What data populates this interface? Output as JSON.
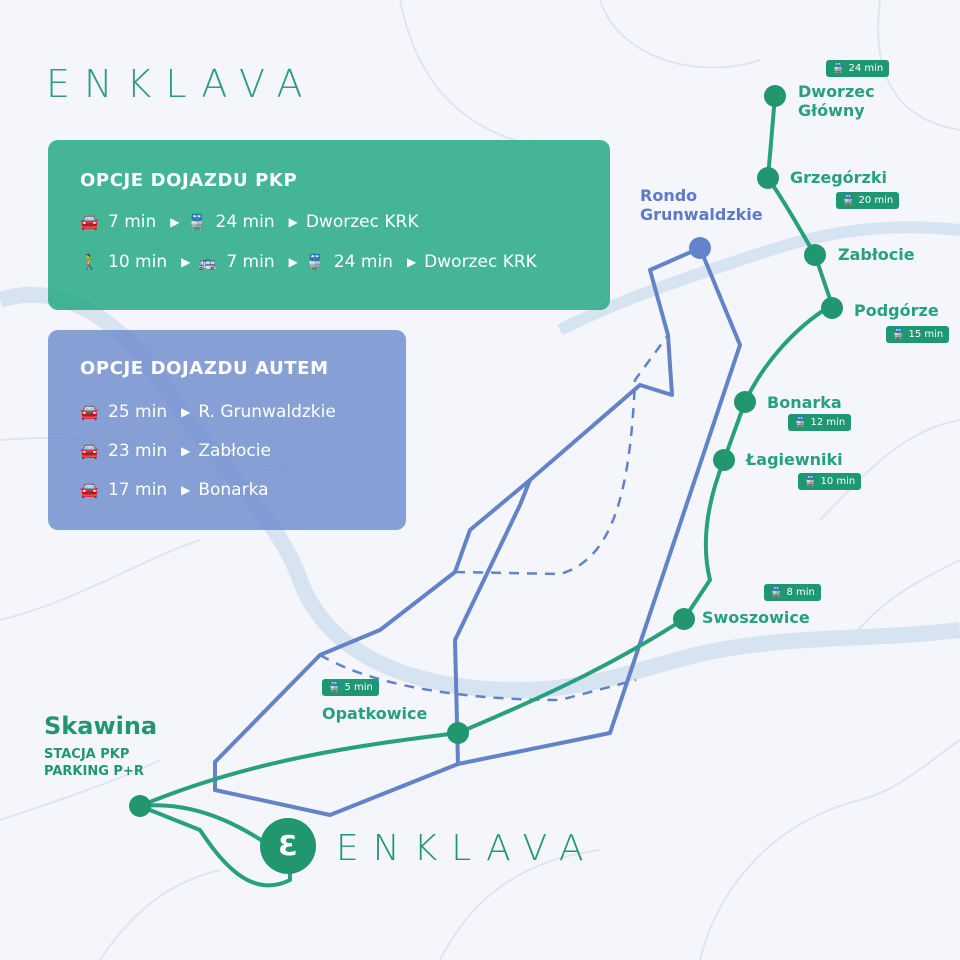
{
  "brand": {
    "name": "ENKLAVA",
    "accent": "#2a9d7f",
    "car_color": "#6f8dd0"
  },
  "pkp_panel": {
    "title": "OPCJE DOJAZDU PKP",
    "row1": {
      "car_time": "7 min",
      "train_time": "24 min",
      "dest": "Dworzec KRK"
    },
    "row2": {
      "walk_time": "10 min",
      "bus_time": "7 min",
      "train_time": "24 min",
      "dest": "Dworzec KRK"
    }
  },
  "car_panel": {
    "title": "OPCJE DOJAZDU AUTEM",
    "rows": [
      {
        "time": "25 min",
        "dest": "R. Grunwaldzkie"
      },
      {
        "time": "23 min",
        "dest": "Zabłocie"
      },
      {
        "time": "17 min",
        "dest": "Bonarka"
      }
    ]
  },
  "stations": {
    "dworzec": {
      "line1": "Dworzec",
      "line2": "Główny",
      "badge": "24 min"
    },
    "grzegorzki": {
      "name": "Grzegórzki",
      "badge": "20 min"
    },
    "zablocie": {
      "name": "Zabłocie"
    },
    "podgorze": {
      "name": "Podgórze",
      "badge": "15 min"
    },
    "bonarka": {
      "name": "Bonarka",
      "badge": "12 min"
    },
    "lagiewniki": {
      "name": "Łagiewniki",
      "badge": "10 min"
    },
    "swoszowice": {
      "name": "Swoszowice",
      "badge": "8 min"
    },
    "opatkowice": {
      "name": "Opatkowice",
      "badge": "5 min"
    }
  },
  "rondo": {
    "line1": "Rondo",
    "line2": "Grunwaldzkie"
  },
  "skawina": {
    "name": "Skawina",
    "line1": "STACJA PKP",
    "line2": "PARKING P+R"
  },
  "icons": {
    "car": "car-icon",
    "train": "train-icon",
    "bus": "bus-icon",
    "walk": "walk-icon",
    "arrow": "play-arrow-icon",
    "house": "house-logo-icon"
  }
}
